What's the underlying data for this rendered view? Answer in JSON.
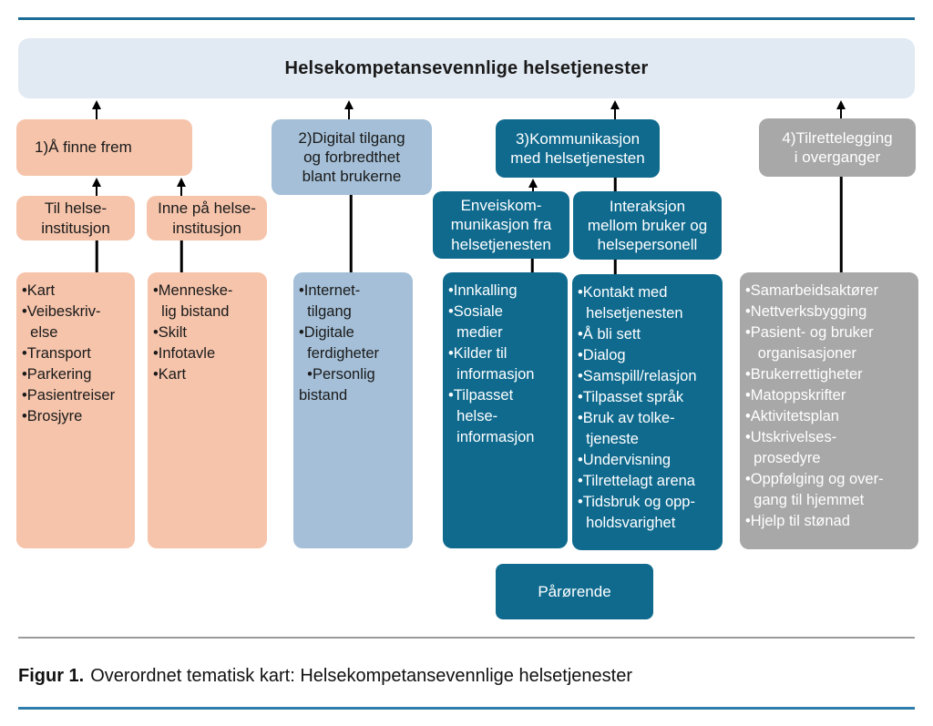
{
  "title_bar": {
    "text": "Helsekompetansevennlige helsetjenester"
  },
  "caption": {
    "label": "Figur 1.",
    "text": "Overordnet tematisk kart: Helsekompetansevennlige helsetjenester"
  },
  "colors": {
    "salmon": "#f6c4ab",
    "light_blue": "#a4bfd7",
    "teal": "#0f6a8e",
    "gray": "#a8a8a8",
    "header_bg": "#e1e9f2",
    "rule_top": "#1c6b95",
    "rule_bottom": "#2e7dab",
    "rule_thin": "#9a9a9a"
  },
  "branch1": {
    "label": "1)Å finne frem",
    "sub_left": "Til helse-\ninstitusjon",
    "sub_right": "Inne på helse-\ninstitusjon",
    "list_left": [
      "•Kart",
      "•Veibeskriv-\n  else",
      "•Transport",
      "•Parkering",
      "•Pasientreiser",
      "•Brosjyre"
    ],
    "list_right": [
      "•Menneske-\n  lig bistand",
      "•Skilt",
      "•Infotavle",
      "•Kart"
    ]
  },
  "branch2": {
    "label": "2)Digital tilgang\nog forbredthet\nblant brukerne",
    "list": [
      "•Internet-\n  tilgang",
      "•Digitale\n  ferdigheter",
      "  •Personlig\nbistand"
    ]
  },
  "branch3": {
    "label": "3)Kommunikasjon\nmed helsetjenesten",
    "sub_left": "Enveiskom-\nmunikasjon fra\nhelsetjenesten",
    "sub_right": "Interaksjon\nmellom bruker og\nhelsepersonell",
    "list_left": [
      "•Innkalling",
      "•Sosiale\n  medier",
      "•Kilder til\n  informasjon",
      "•Tilpasset\n  helse-\n  informasjon"
    ],
    "list_right": [
      "•Kontakt med\n  helsetjenesten",
      "•Å bli sett",
      "•Dialog",
      "•Samspill/relasjon",
      "•Tilpasset språk",
      "•Bruk av tolke-\n  tjeneste",
      "•Undervisning",
      "•Tilrettelagt arena",
      "•Tidsbruk og opp-\n  holdsvarighet"
    ],
    "extra_box": "Pårørende"
  },
  "branch4": {
    "label": "4)Tilrettelegging\ni overganger",
    "list": [
      "•Samarbeidsaktører",
      "•Nettverksbygging",
      "•Pasient- og bruker\n   organisasjoner",
      "•Brukerrettigheter",
      "•Matoppskrifter",
      "•Aktivitetsplan",
      "•Utskrivelses-\n  prosedyre",
      "•Oppfølging og over-\n  gang til hjemmet",
      "•Hjelp til stønad"
    ]
  }
}
